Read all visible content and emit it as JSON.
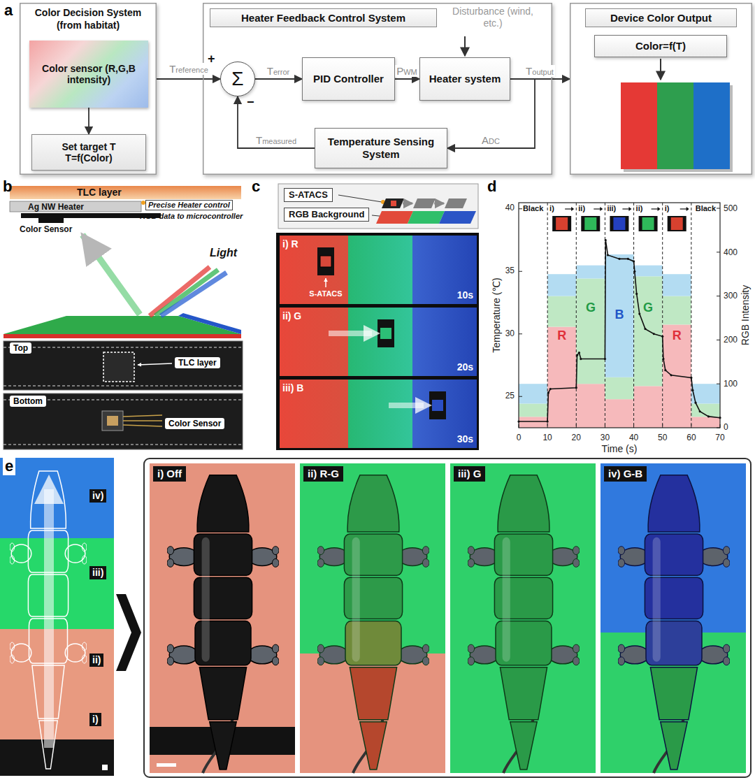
{
  "diagram": {
    "nodes": [
      {
        "text": [
          "Color Decision System (from habitat)"
        ]
      },
      {
        "text": [
          "Color sensor (R,G,B intensity)"
        ],
        "in": 0
      },
      {
        "text": [
          "Set target T T=f(Color)"
        ],
        "in": 0
      },
      {
        "text": [
          "Heater Feedback Control System"
        ]
      },
      {
        "text": [
          "Σ"
        ],
        "in": 3
      },
      {
        "text": [
          "PID Controller"
        ],
        "in": 3
      },
      {
        "text": [
          "Heater system"
        ],
        "in": 3
      },
      {
        "text": [
          "Temperature Sensing System"
        ],
        "in": 3
      },
      {
        "text": [
          "Device Color Output"
        ]
      },
      {
        "text": [
          "Color=f(T)"
        ],
        "in": 8
      }
    ],
    "edges": [
      {
        "from": 1,
        "to": 2,
        "arrow": "to"
      },
      {
        "from": 0,
        "to": 4,
        "label": "Treference",
        "arrow": "to"
      },
      {
        "from": 4,
        "to": 5,
        "label": "Terror",
        "arrow": "to"
      },
      {
        "from": 5,
        "to": 6,
        "label": "PWM",
        "arrow": "to"
      },
      {
        "from": 6,
        "to": 8,
        "label": "Toutput",
        "arrow": "to"
      },
      {
        "from": 6,
        "to": 7,
        "label": "ADC",
        "arrow": "to"
      },
      {
        "from": 7,
        "to": 4,
        "label": "Tmeasured",
        "arrow": "to"
      }
    ],
    "labels": [
      "a",
      "+",
      "−",
      "Disturbance (wind, etc.)",
      "b",
      "TLC layer",
      "Precise Heater control",
      "Ag NW Heater",
      "RGB data to microcontroller",
      "Color Sensor",
      "Light",
      "Top",
      "TLC layer",
      "Bottom",
      "Color Sensor",
      "c",
      "S-ATACS",
      "RGB Background",
      "i) R",
      "S-ATACS",
      "10s",
      "ii) G",
      "20s",
      "iii) B",
      "30s",
      "d",
      "Temperature (℃)",
      "RGB Intensity",
      "Time (s)",
      "40",
      "35",
      "30",
      "25",
      "500",
      "400",
      "300",
      "200",
      "100",
      "0",
      "0",
      "10",
      "20",
      "30",
      "40",
      "50",
      "60",
      "70",
      "Black",
      "i)",
      "ii)",
      "iii)",
      "ii)",
      "i)",
      "Black",
      "R",
      "G",
      "B",
      "G",
      "R",
      "e",
      "iv)",
      "iii)",
      "ii)",
      "i)",
      "i) Off",
      "ii) R-G",
      "iii) G",
      "iv) G-B"
    ]
  }
}
